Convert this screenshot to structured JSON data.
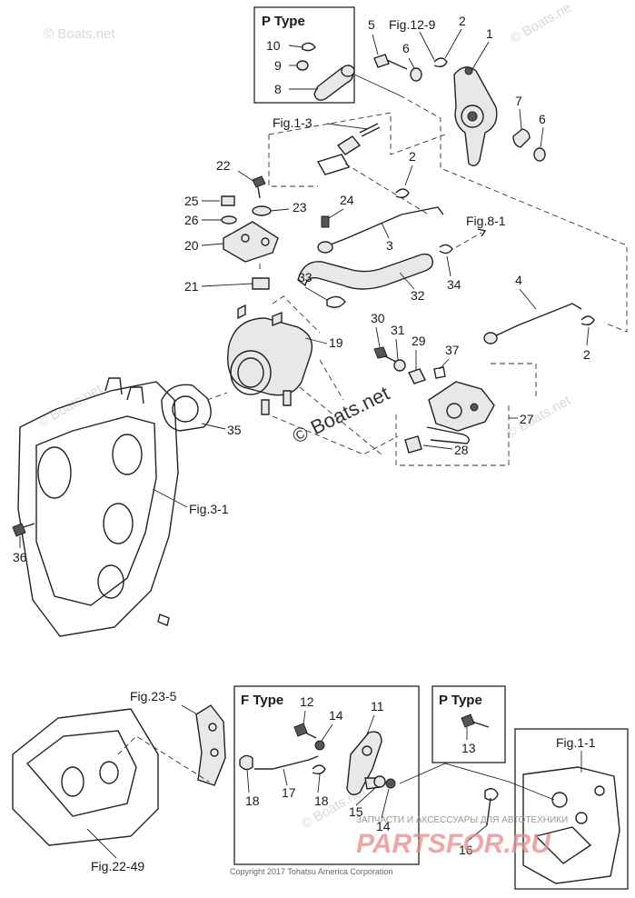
{
  "watermarks": {
    "boats_top_left": "© Boats.net",
    "boats_top_right": "© Boats.ne",
    "boats_center": "© Boats.net",
    "boats_left_mid": "© Boats.net",
    "boats_right_mid": "© Boats.net",
    "boats_bottom": "© Boats.net",
    "partsfor_ru": "ЗАПЧАСТИ И АКСЕССУАРЫ ДЛЯ АВТОТЕХНИКИ",
    "partsfor_logo": "PARTSFOR.RU"
  },
  "copyright": "Copyright 2017 Tohatsu America Corporation",
  "boxes": {
    "p_type_top": "P Type",
    "f_type": "F Type",
    "p_type_bottom": "P Type"
  },
  "fig_refs": {
    "fig_12_9": "Fig.12-9",
    "fig_1_3": "Fig.1-3",
    "fig_8_1": "Fig.8-1",
    "fig_3_1": "Fig.3-1",
    "fig_23_5": "Fig.23-5",
    "fig_22_49": "Fig.22-49",
    "fig_1_1": "Fig.1-1"
  },
  "callouts": {
    "n1": "1",
    "n2a": "2",
    "n2b": "2",
    "n2c": "2",
    "n3": "3",
    "n4": "4",
    "n5": "5",
    "n6a": "6",
    "n6b": "6",
    "n7": "7",
    "n8": "8",
    "n9": "9",
    "n10": "10",
    "n11": "11",
    "n12": "12",
    "n13": "13",
    "n14a": "14",
    "n14b": "14",
    "n15": "15",
    "n16": "16",
    "n17": "17",
    "n18a": "18",
    "n18b": "18",
    "n19": "19",
    "n20": "20",
    "n21": "21",
    "n22": "22",
    "n23": "23",
    "n24": "24",
    "n25": "25",
    "n26": "26",
    "n27": "27",
    "n28": "28",
    "n29": "29",
    "n30": "30",
    "n31": "31",
    "n32": "32",
    "n33": "33",
    "n34": "34",
    "n35": "35",
    "n36": "36",
    "n37": "37"
  }
}
